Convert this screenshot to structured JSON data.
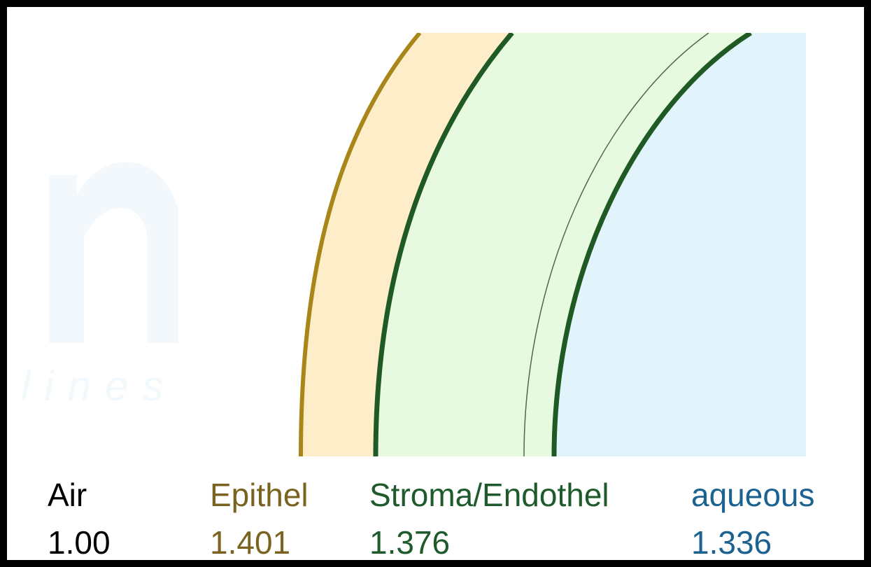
{
  "layers": [
    {
      "id": "air",
      "name": "Air",
      "index": "1.00",
      "color": "#000000"
    },
    {
      "id": "epithel",
      "name": "Epithel",
      "index": "1.401",
      "color": "#7a6320"
    },
    {
      "id": "stroma",
      "name": "Stroma/Endothel",
      "index": "1.376",
      "color": "#1e5a2c"
    },
    {
      "id": "aqueous",
      "name": "aqueous",
      "index": "1.336",
      "color": "#1c6291"
    }
  ],
  "fills": {
    "epithel": "#fdeec9",
    "stroma": "#e7fadf",
    "aqueous": "#e2f4fb"
  },
  "strokes": {
    "epithel_outer": "#a9861a",
    "stroma_boundary": "#1f5a24",
    "descemet": "#4b6a4b"
  },
  "watermark": {
    "letters": "lines",
    "color": "#f2f8fb"
  }
}
